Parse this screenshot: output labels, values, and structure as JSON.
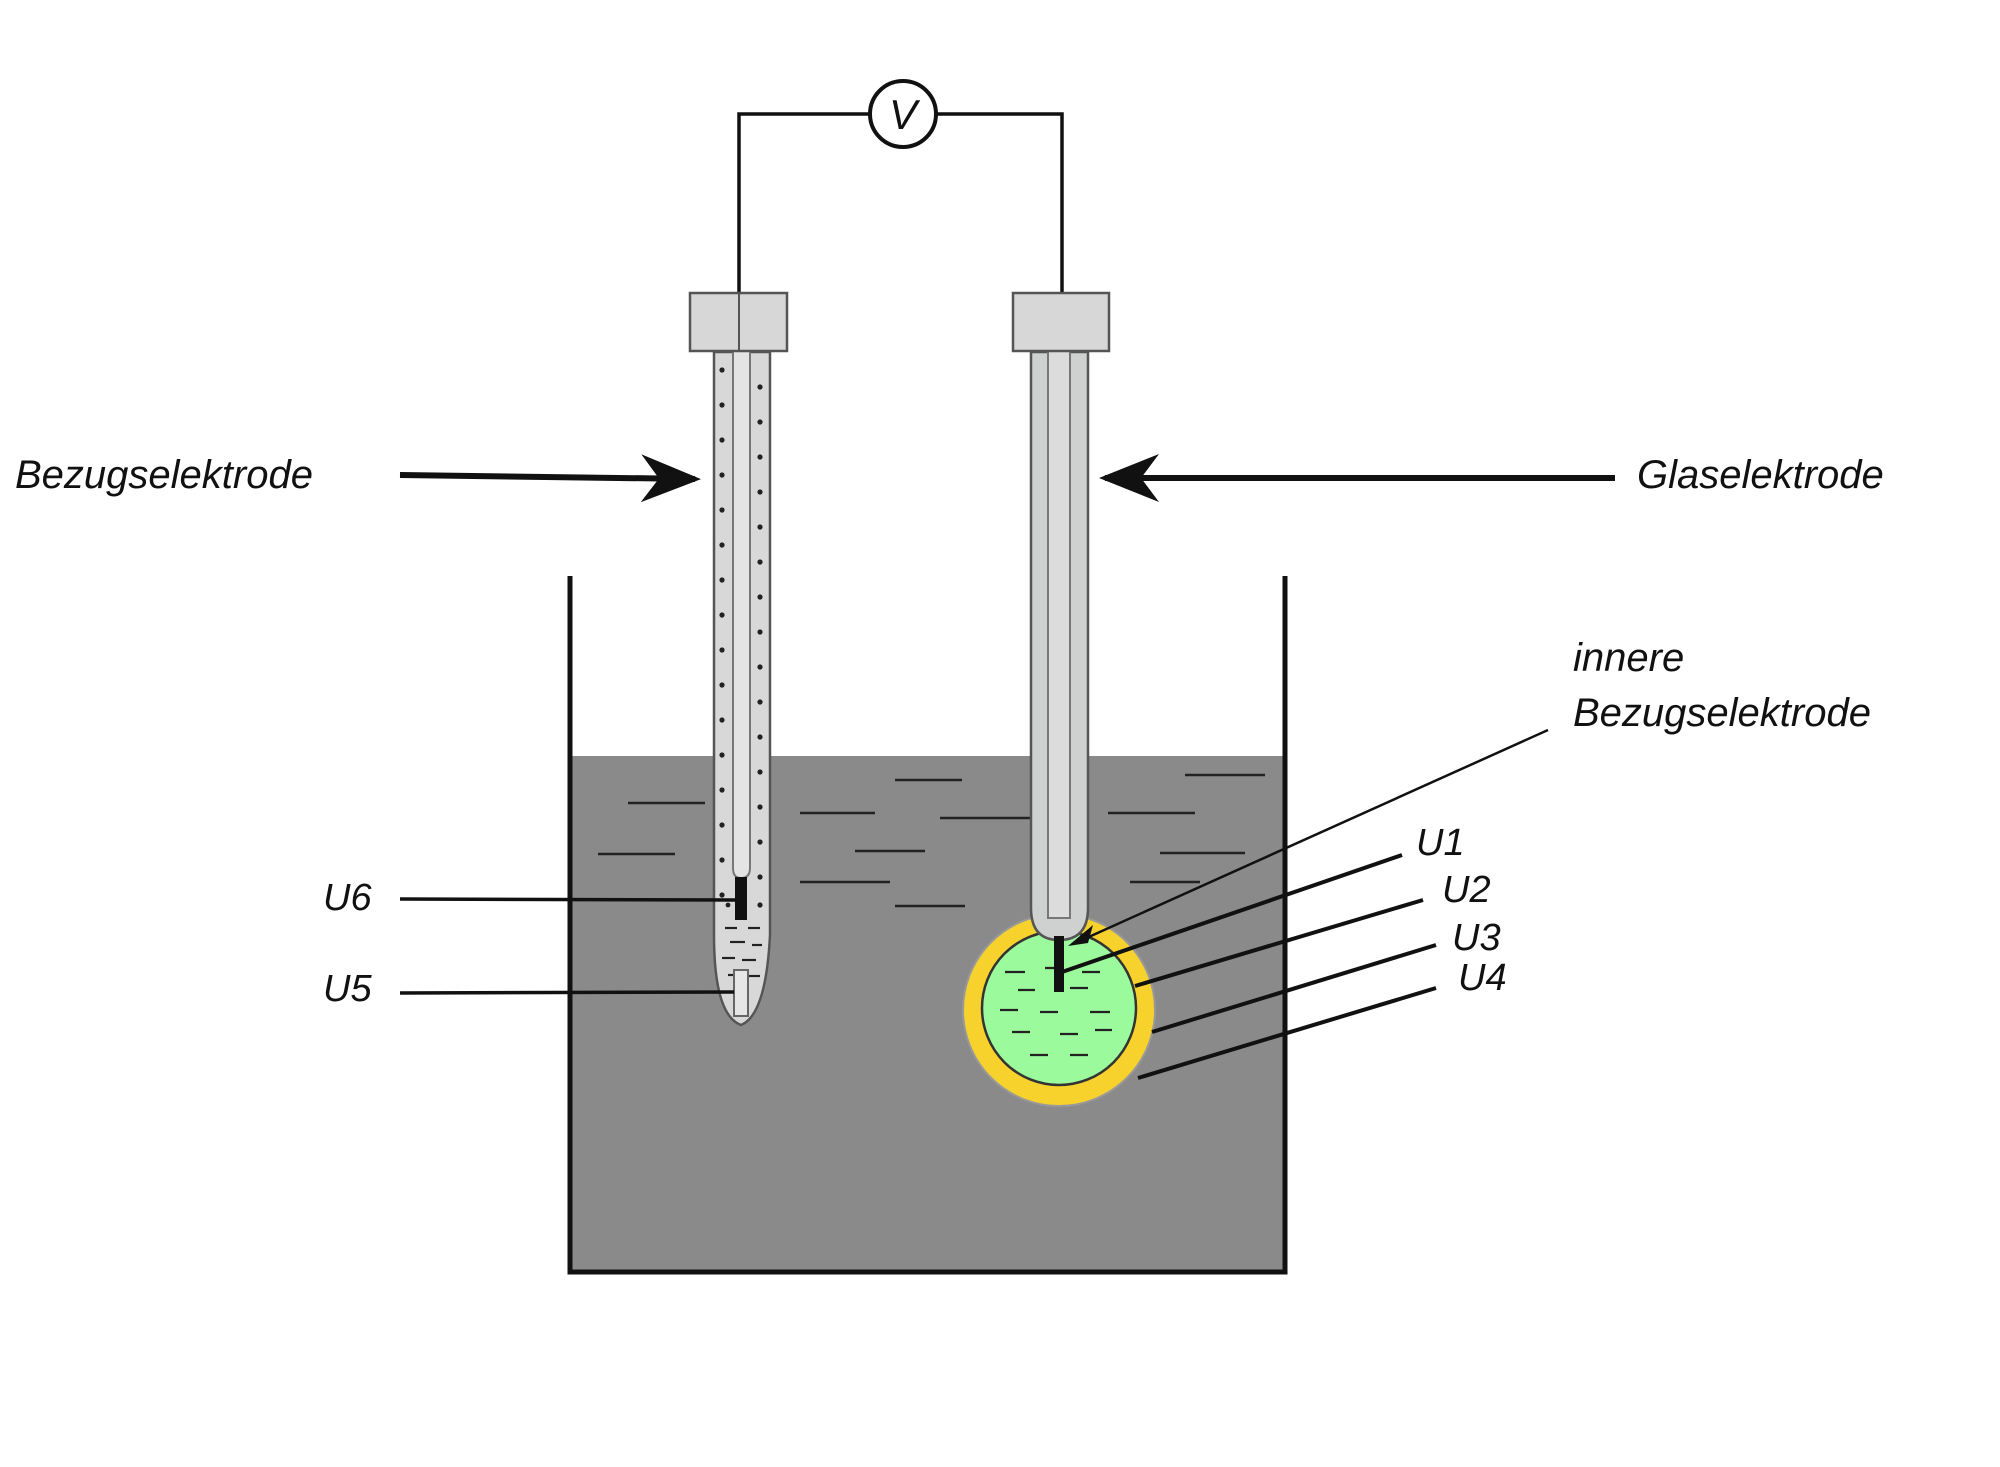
{
  "voltmeter": {
    "symbol": "V"
  },
  "labels": {
    "reference_electrode": "Bezugselektrode",
    "glass_electrode": "Glaselektrode",
    "inner_reference_line1": "innere",
    "inner_reference_line2": "Bezugselektrode",
    "u1": "U1",
    "u2": "U2",
    "u3": "U3",
    "u4": "U4",
    "u5": "U5",
    "u6": "U6"
  },
  "colors": {
    "wire": "#111111",
    "solution": "#898a89",
    "electrode_cap": "#d7d7d7",
    "tube": "#cfd0d0",
    "inner_solution": "#9bfa9b",
    "glass_membrane": "#f7d22c"
  }
}
